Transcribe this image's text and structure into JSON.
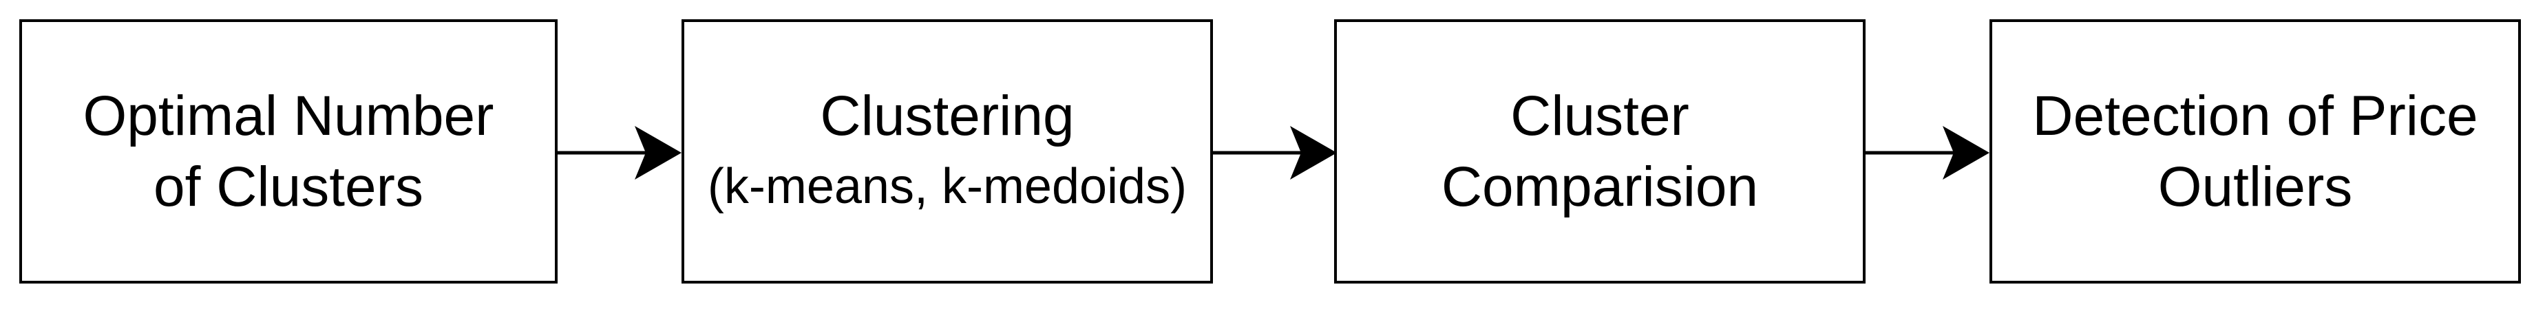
{
  "diagram": {
    "title": "Price outlier detection clustering pipeline flowchart",
    "background_color": "#ffffff",
    "box_fill_color": "#ffffff",
    "box_border_color": "#000000",
    "text_color": "#000000",
    "arrow_color": "#000000",
    "nodes": [
      {
        "id": "optimal-number-of-clusters",
        "line1": "Optimal Number",
        "line2": "of Clusters"
      },
      {
        "id": "clustering",
        "line1": "Clustering",
        "line2": "(k-means, k-medoids)"
      },
      {
        "id": "cluster-comparision",
        "line1": "Cluster",
        "line2": "Comparision"
      },
      {
        "id": "detection-of-price-outliers",
        "line1": "Detection of Price",
        "line2": "Outliers"
      }
    ],
    "connectors": [
      {
        "from": "optimal-number-of-clusters",
        "to": "clustering",
        "direction": "right"
      },
      {
        "from": "clustering",
        "to": "cluster-comparision",
        "direction": "right"
      },
      {
        "from": "cluster-comparision",
        "to": "detection-of-price-outliers",
        "direction": "right"
      }
    ]
  }
}
